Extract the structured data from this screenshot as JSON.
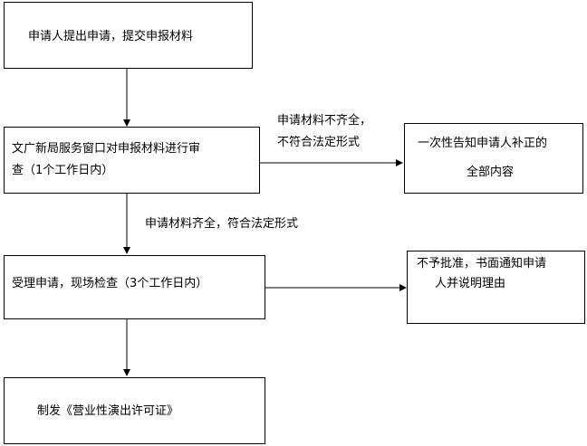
{
  "steps": {
    "apply": "申请人提出申请，提交申报材料",
    "review_line1": "文广新局服务窗口对申报材料进行审",
    "review_line2": "查（1个工作日内）",
    "accept": "受理申请，现场检查（3个工作日内）",
    "issue": "制发《营业性演出许可证》"
  },
  "outcomes": {
    "notify_line1": "一次性告知申请人补正的",
    "notify_line2": "全部内容",
    "reject_line1": "不予批准，书面通知申请",
    "reject_line2": "人并说明理由"
  },
  "conditions": {
    "incomplete_line1": "申请材料不齐全，",
    "incomplete_line2": "不符合法定形式",
    "complete": "申请材料齐全，符合法定形式"
  }
}
